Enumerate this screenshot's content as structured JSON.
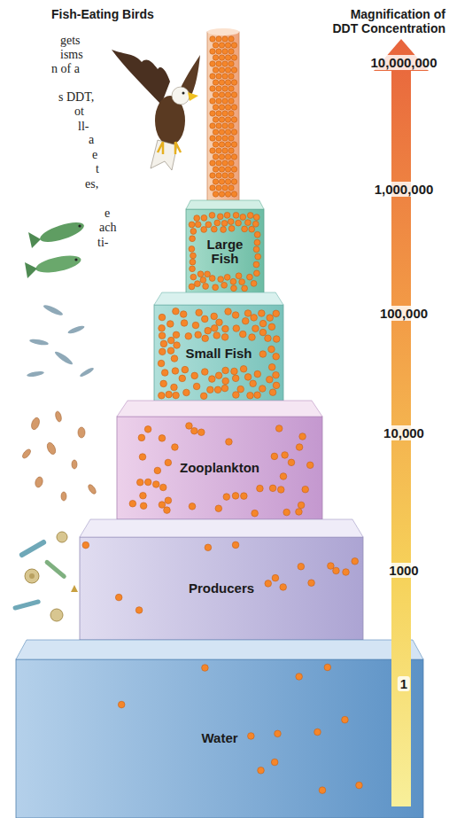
{
  "diagram": {
    "nodes": [
      {
        "text": [
          "Large Fish"
        ]
      },
      {
        "text": [
          "Small Fish"
        ]
      },
      {
        "text": [
          "Zooplankton"
        ]
      },
      {
        "text": [
          "Producers"
        ]
      },
      {
        "text": [
          "Water"
        ]
      }
    ],
    "labels": [
      "Fish-Eating Birds",
      "Magnification of DDT Concentration",
      "10,000,000",
      "1,000,000",
      "100,000",
      "10,000",
      "1000",
      "1",
      "gets",
      "isms",
      "n of a",
      "s DDT,",
      "ot",
      "ll-",
      "a",
      "e",
      "t",
      "es,",
      "e",
      "ach",
      "ti-"
    ]
  }
}
